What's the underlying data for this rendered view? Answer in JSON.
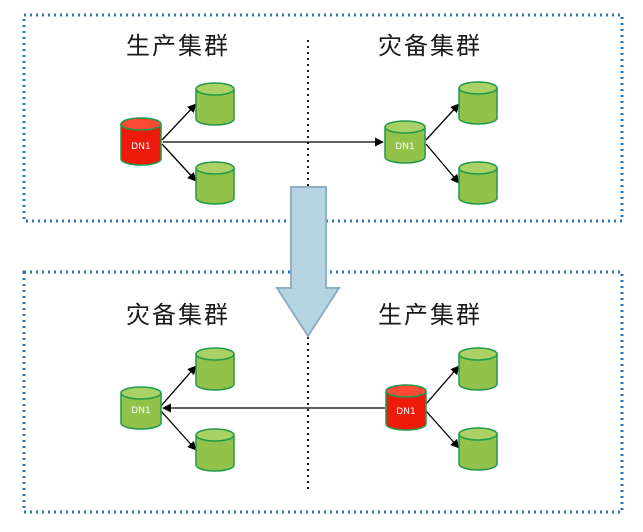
{
  "colors": {
    "border": "#2e75b6",
    "primary_node": "#ee1b0c",
    "primary_node_top": "#ff4a36",
    "replica_node": "#92c24a",
    "replica_node_top": "#a9d165",
    "node_outline": "#1f9a4a",
    "arrow_fill": "#b7d4e2",
    "arrow_stroke": "#8fb0c3",
    "divider": "#1a1a1a"
  },
  "top_panel": {
    "left_title": "生产集群",
    "right_title": "灾备集群",
    "left_node_label": "DN1",
    "right_node_label": "DN1"
  },
  "bottom_panel": {
    "left_title": "灾备集群",
    "right_title": "生产集群",
    "left_node_label": "DN1",
    "right_node_label": "DN1"
  },
  "transition_arrow": {
    "icon": "down-arrow-icon"
  }
}
